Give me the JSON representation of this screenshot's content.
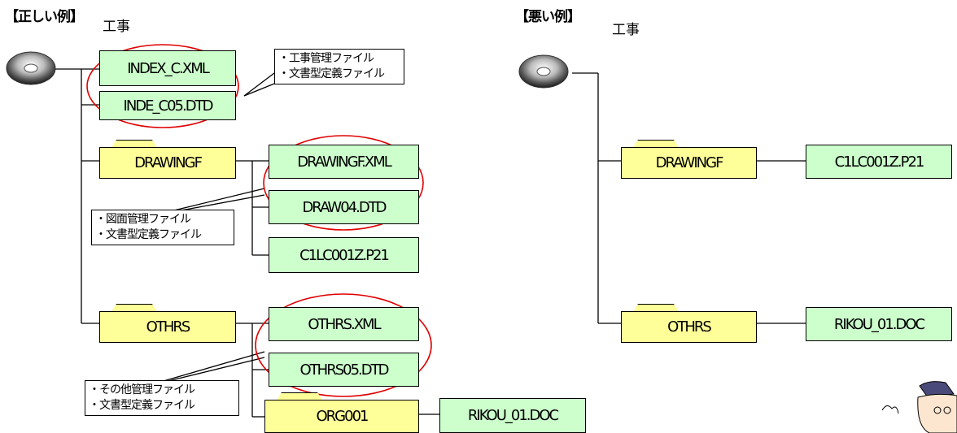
{
  "good": {
    "heading": "【正しい例】",
    "root_label": "工事",
    "files_top": [
      "INDEX_C.XML",
      "INDE_C05.DTD"
    ],
    "note_top": [
      "・工事管理ファイル",
      "・文書型定義ファイル"
    ],
    "drawing_folder": "DRAWINGF",
    "drawing_files": [
      "DRAWINGF.XML",
      "DRAW04.DTD",
      "C1LC001Z.P21"
    ],
    "note_drawing": [
      "・図面管理ファイル",
      "・文書型定義ファイル"
    ],
    "others_folder": "OTHRS",
    "others_files": [
      "OTHRS.XML",
      "OTHRS05.DTD"
    ],
    "note_others": [
      "・その他管理ファイル",
      "・文書型定義ファイル"
    ],
    "org_folder": "ORG001",
    "org_file": "RIKOU_01.DOC"
  },
  "bad": {
    "heading": "【悪い例】",
    "root_label": "工事",
    "drawing_folder": "DRAWINGF",
    "drawing_file": "C1LC001Z.P21",
    "others_folder": "OTHRS",
    "others_file": "RIKOU_01.DOC"
  },
  "colors": {
    "file_fill": "#ccffcc",
    "folder_fill": "#ffff99",
    "highlight": "#e00000"
  }
}
